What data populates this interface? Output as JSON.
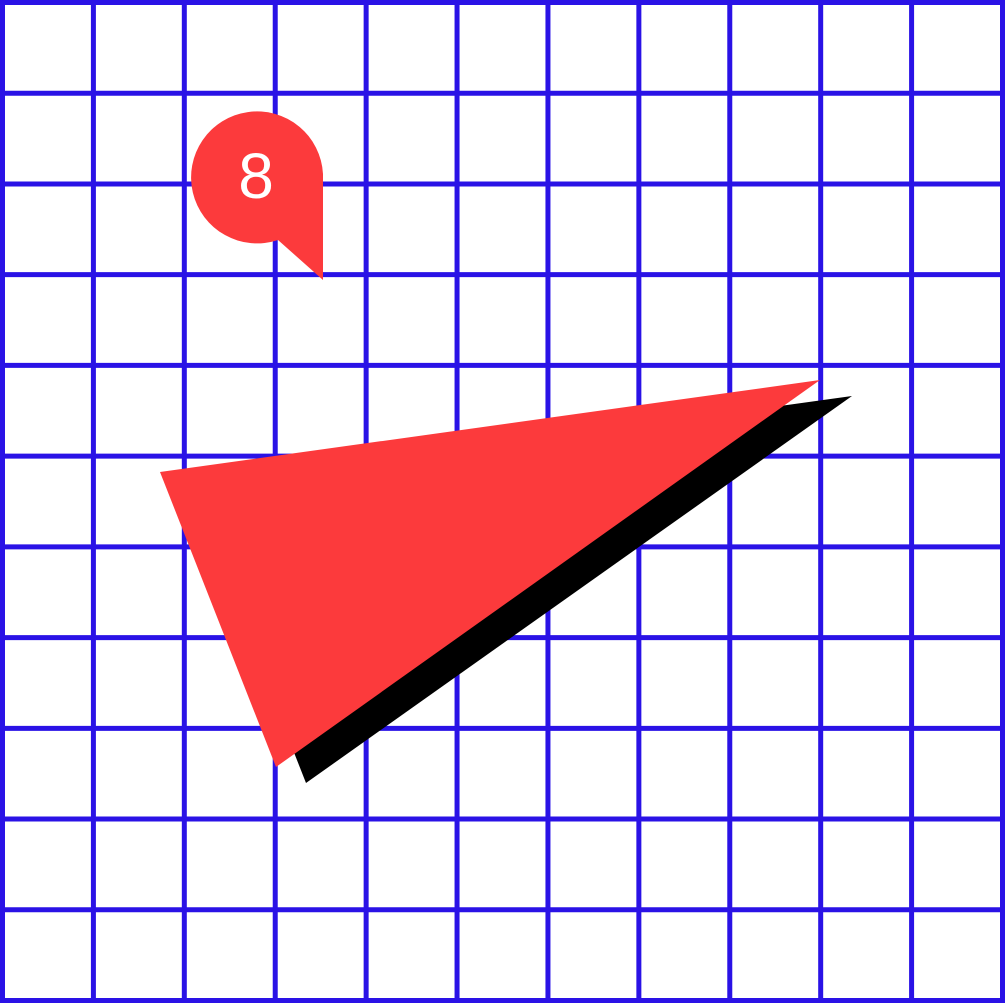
{
  "colors": {
    "background": "#ffffff",
    "grid": "#2a12e6",
    "accent": "#fc3a3c",
    "shadow": "#000000",
    "badge_text": "#ffffff"
  },
  "grid": {
    "columns": 11,
    "rows": 11
  },
  "badge": {
    "label": "8",
    "icon": "map-pin-badge"
  },
  "shape": {
    "icon": "triangle-with-shadow"
  }
}
